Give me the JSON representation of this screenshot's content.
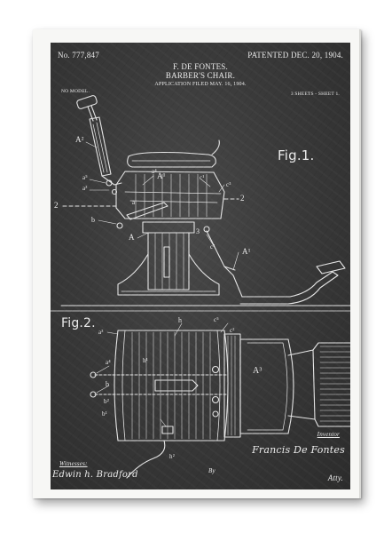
{
  "header": {
    "patent_number": "No. 777,847",
    "patented": "PATENTED DEC. 20, 1904.",
    "inventor": "F. DE FONTES.",
    "title": "BARBER'S CHAIR.",
    "filed": "APPLICATION FILED MAY. 16, 1904.",
    "model": "NO MODEL.",
    "sheets": "3 SHEETS - SHEET 1."
  },
  "figures": {
    "fig1": "Fig.1.",
    "fig2": "Fig.2."
  },
  "labels": {
    "A2": "A²",
    "a5": "a⁵",
    "a3": "a³",
    "a4": "a⁴",
    "A1": "A¹",
    "c1": "c¹",
    "c3": "c³",
    "two_left": "2",
    "two_right": "2",
    "b": "b",
    "a": "a",
    "A": "A",
    "three": "3",
    "c2": "c²",
    "A_prime": "A¹",
    "h": "h",
    "c5": "c⁵",
    "c2b": "c²",
    "a3b": "a³",
    "h1": "h¹",
    "a4b": "a⁴",
    "bb": "b",
    "A3": "A³",
    "b2": "b²",
    "b1": "b¹",
    "h2": "h²"
  },
  "footer": {
    "witnesses": "Witnesses:",
    "inventor_label": "Inventor",
    "witness_signature": "Edwin h. Bradford",
    "inventor_signature": "Francis De Fontes",
    "by": "By",
    "attorney_signature": "Atty."
  },
  "colors": {
    "board": "#3a3a3a",
    "line": "#e8e8e8",
    "frame": "#f7f7f5"
  }
}
